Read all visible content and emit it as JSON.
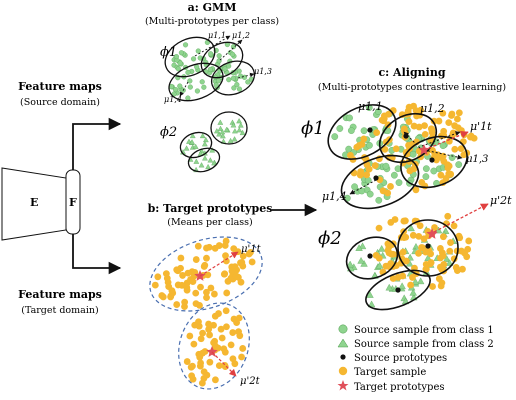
{
  "panel_a": {
    "title": "a: GMM",
    "subtitle": "(Multi-prototypes per class)"
  },
  "panel_b": {
    "title": "b: Target prototypes",
    "subtitle": "(Means per class)"
  },
  "panel_c": {
    "title": "c: Aligning",
    "subtitle": "(Multi-prototypes contrastive learning)"
  },
  "source_feature_maps": {
    "title": "Feature maps",
    "subtitle": "(Source domain)"
  },
  "target_feature_maps": {
    "title": "Feature maps",
    "subtitle": "(Target domain)"
  },
  "encoder": {
    "e_label": "E",
    "f_label": "F"
  },
  "class_labels": {
    "phi1": "ϕ1",
    "phi2": "ϕ2"
  },
  "proto_labels": {
    "mu11": "μ1,1",
    "mu12": "μ1,2",
    "mu13": "μ1,3",
    "mu14": "μ1,4",
    "mut1": "μ'1t",
    "mut2": "μ'2t"
  },
  "legend": [
    {
      "key": "source-class1",
      "text": "Source sample from class 1"
    },
    {
      "key": "source-class2",
      "text": "Source sample from class 2"
    },
    {
      "key": "source-prototypes",
      "text": "Source prototypes"
    },
    {
      "key": "target-sample",
      "text": "Target sample"
    },
    {
      "key": "target-prototypes",
      "text": "Target prototypes"
    }
  ],
  "colors": {
    "source_green": "#8fd48f",
    "source_green_dark": "#4a9a4a",
    "target_yellow": "#f5b731",
    "prototype_star": "#e0505a",
    "dashed_blue": "#4a6fb0",
    "arrow_red": "#e04040"
  }
}
